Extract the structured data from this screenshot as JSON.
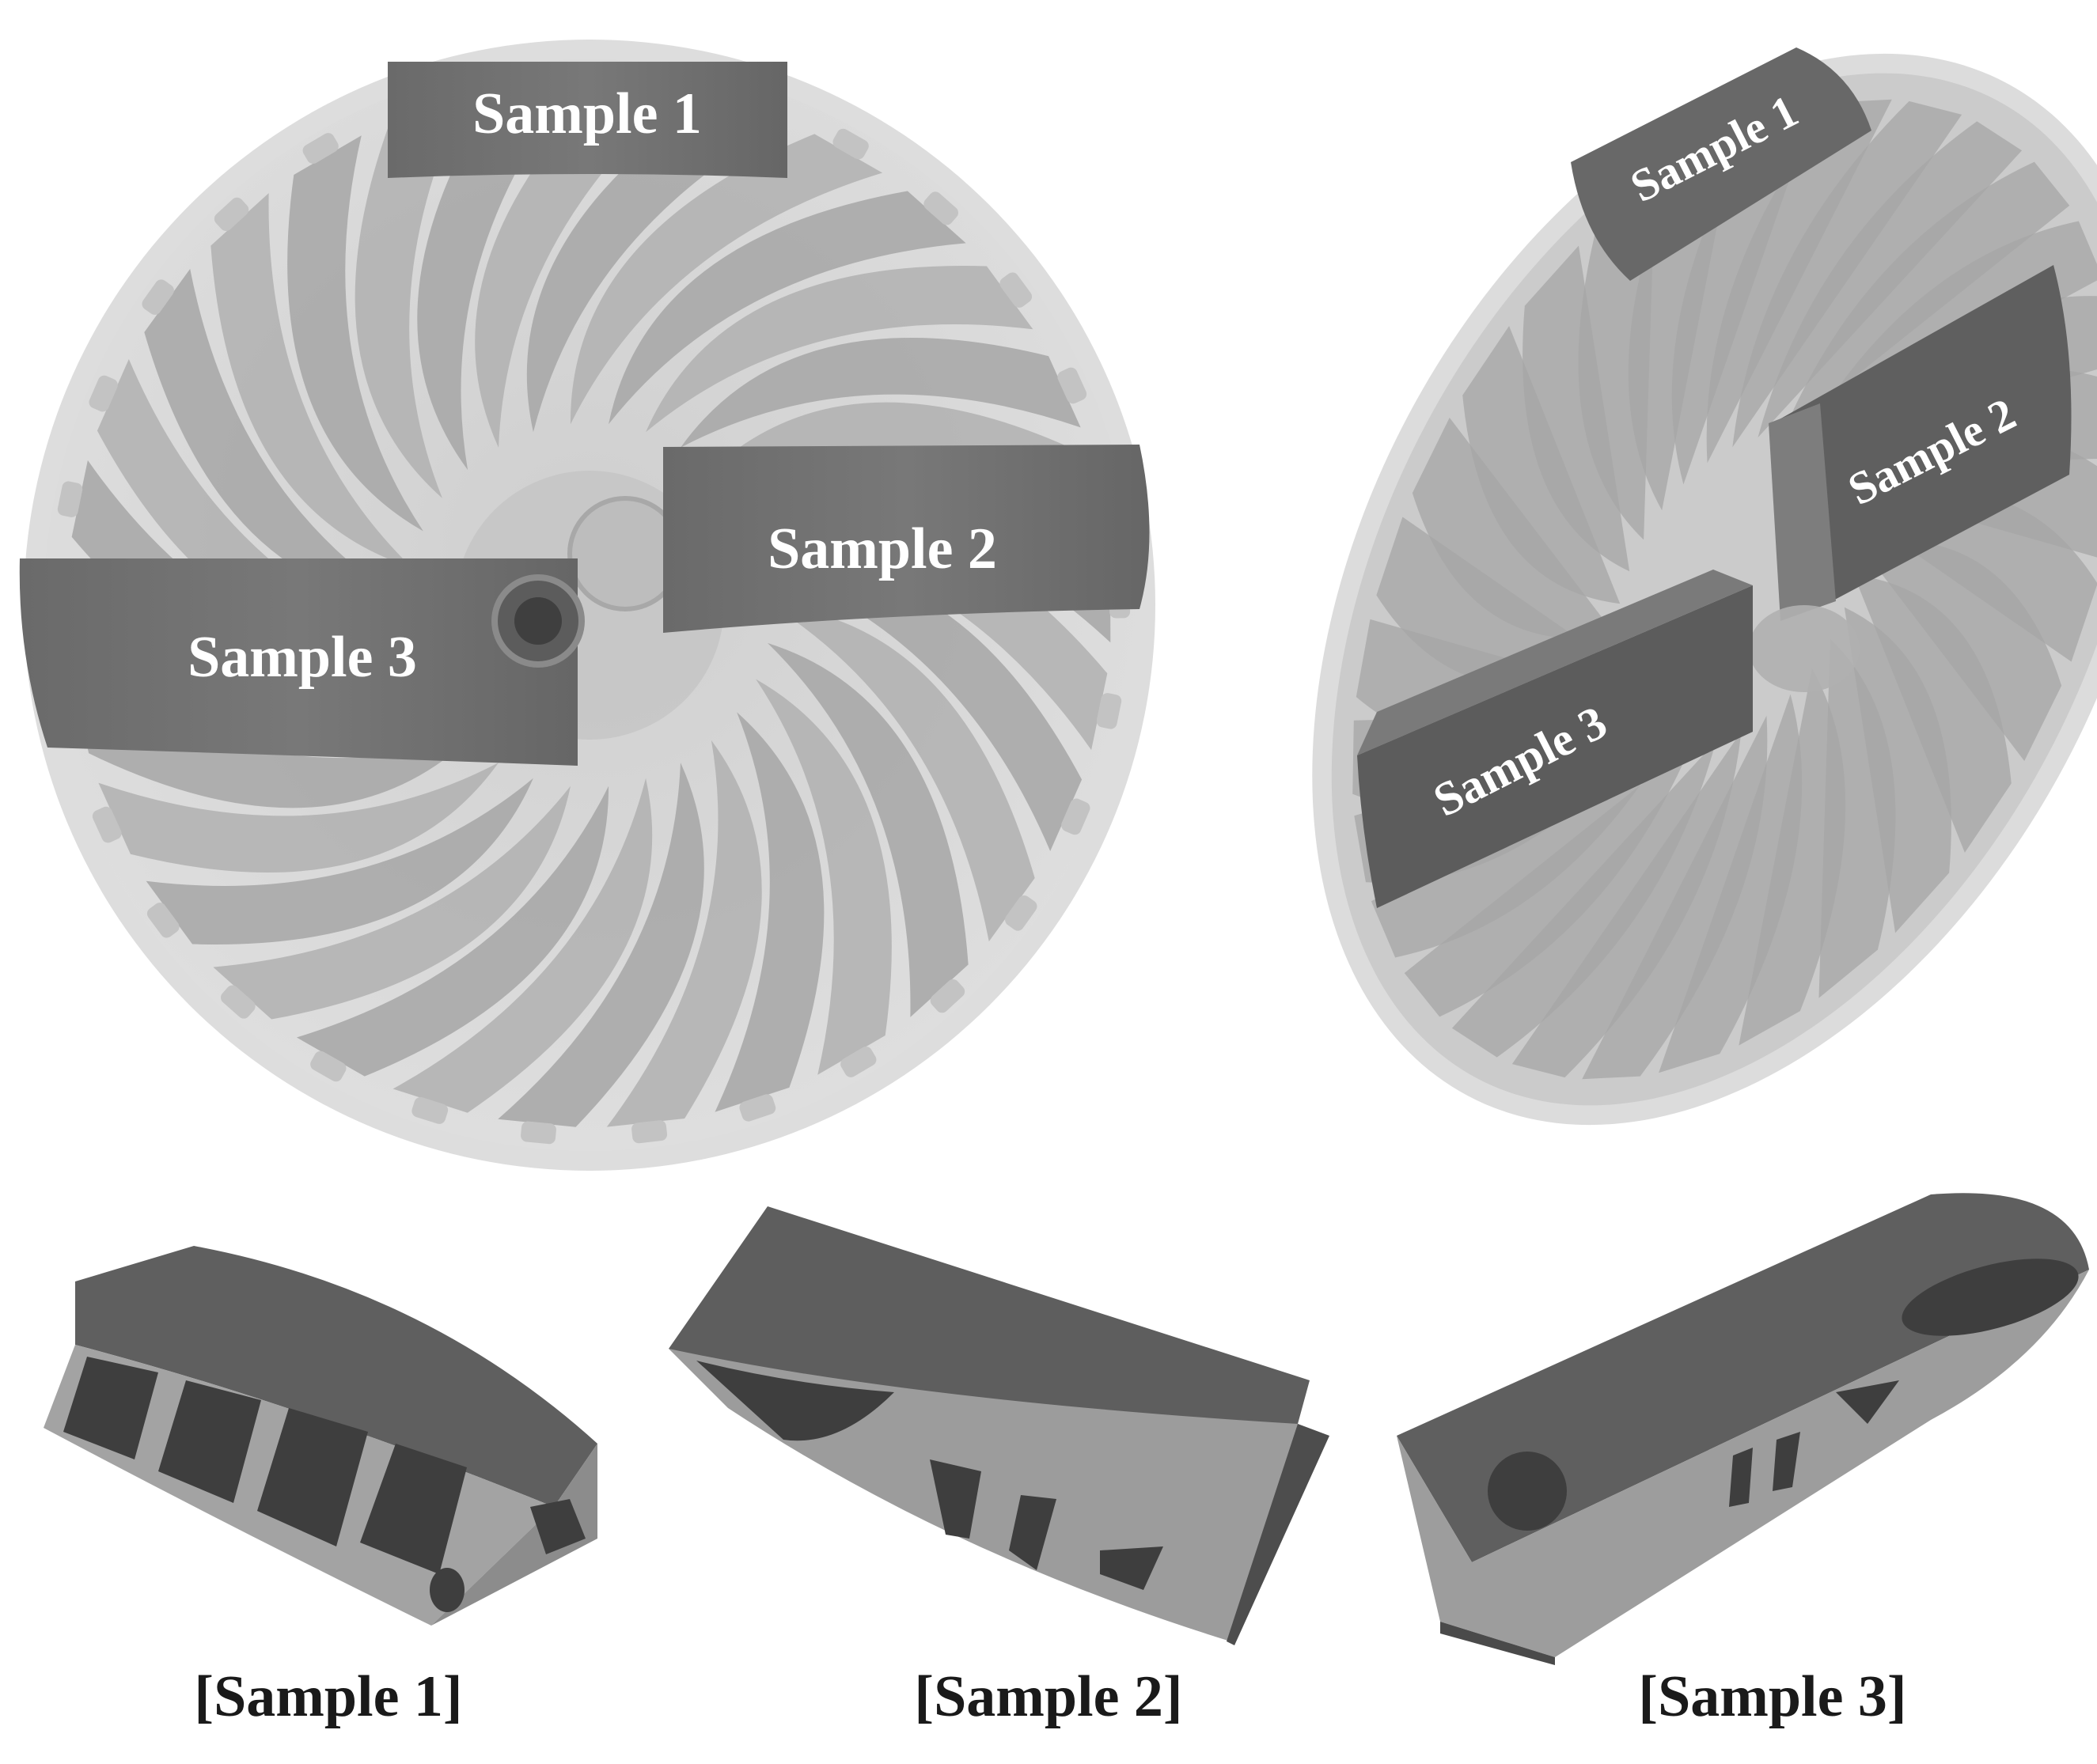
{
  "figure": {
    "front_view": {
      "label_sample_1": "Sample 1",
      "label_sample_2": "Sample 2",
      "label_sample_3": "Sample 3"
    },
    "iso_view": {
      "label_sample_1": "Sample 1",
      "label_sample_2": "Sample 2",
      "label_sample_3": "Sample 3"
    },
    "captions": {
      "sample_1": "[Sample 1]",
      "sample_2": "[Sample 2]",
      "sample_3": "[Sample 3]"
    },
    "colors": {
      "disk": "#d9d9d9",
      "blade": "#a9a9a9",
      "highlight": "#6f6f6f",
      "part_top": "#5e5e5e",
      "part_face": "#9a9a9a"
    }
  }
}
